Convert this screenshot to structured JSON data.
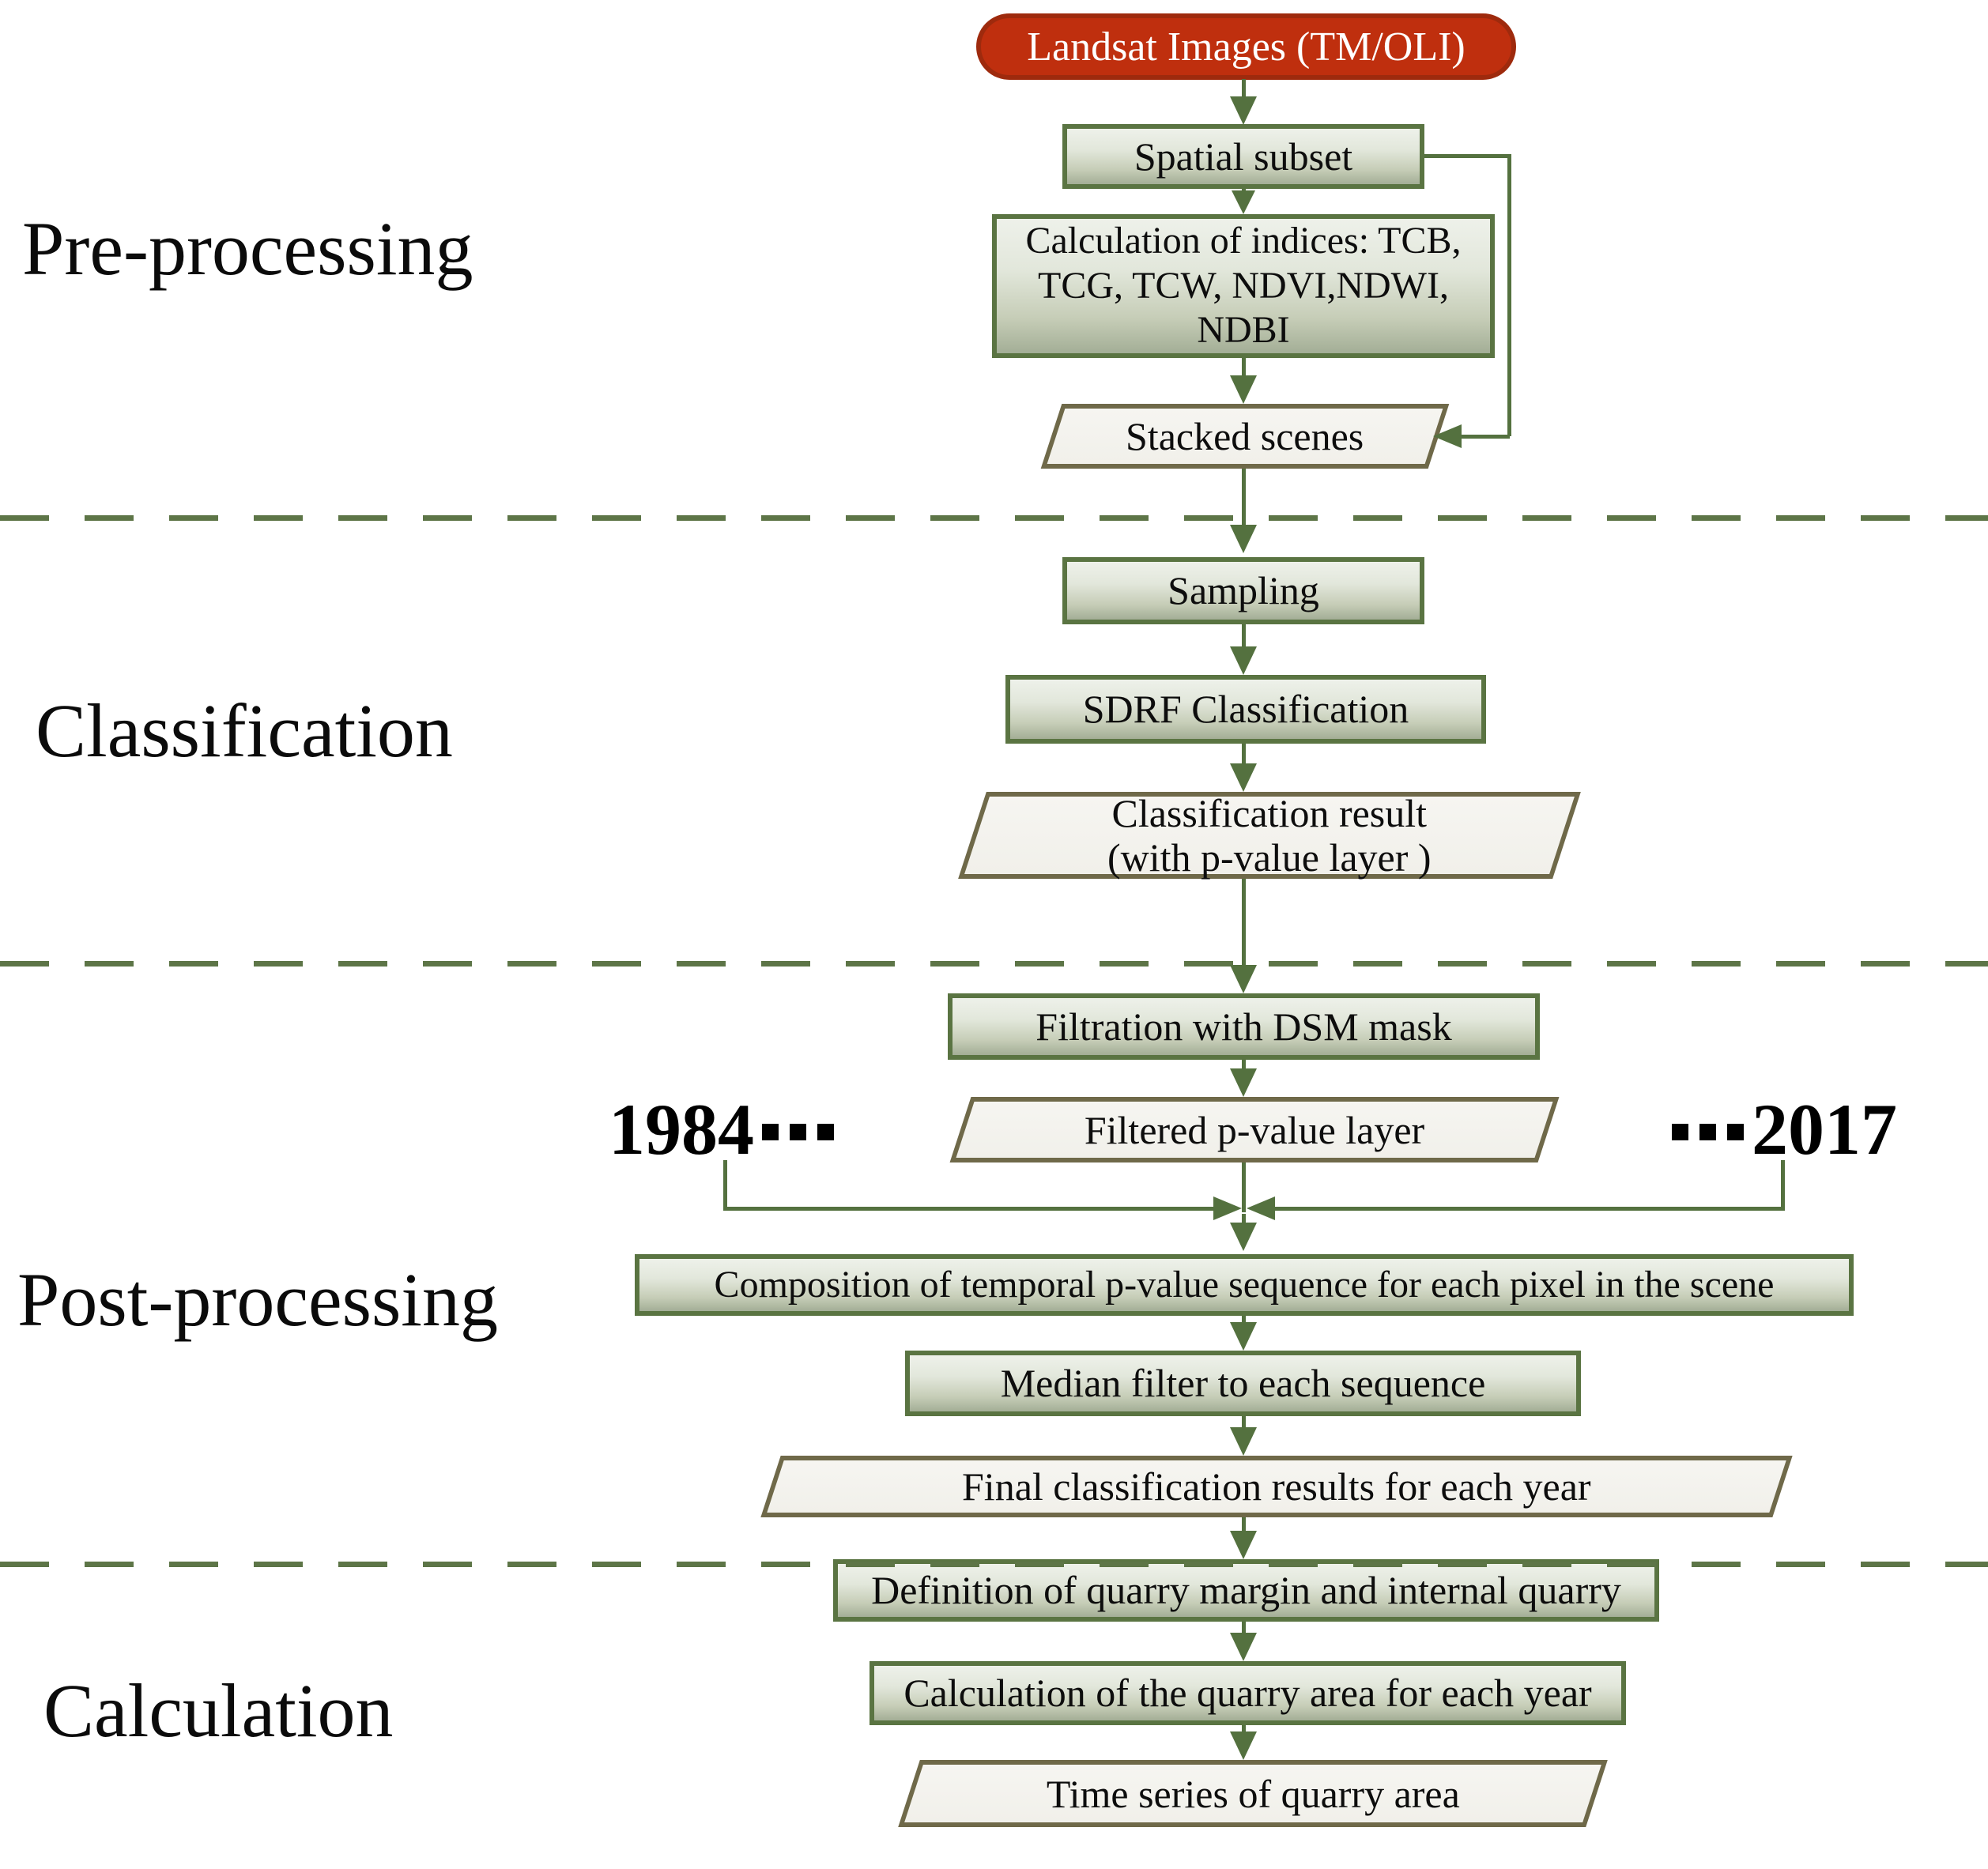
{
  "sections": [
    {
      "label": "Pre-processing"
    },
    {
      "label": "Classification"
    },
    {
      "label": "Post-processing"
    },
    {
      "label": "Calculation"
    }
  ],
  "nodes": {
    "landsat": "Landsat Images (TM/OLI)",
    "spatial_subset": "Spatial subset",
    "indices": "Calculation of indices: TCB,\nTCG, TCW, NDVI,NDWI,\nNDBI",
    "stacked_scenes": "Stacked scenes",
    "sampling": "Sampling",
    "sdrf": "SDRF Classification",
    "classification_result": "Classification result\n(with p-value layer )",
    "filtration": "Filtration with DSM mask",
    "filtered_layer": "Filtered p-value layer",
    "composition": "Composition of temporal p-value sequence for each pixel in the scene",
    "median": "Median filter to each sequence",
    "final_results": "Final classification results for each year",
    "definition": "Definition of  quarry margin and internal quarry",
    "quarry_area": "Calculation of the quarry area for each year",
    "time_series": "Time series of quarry area"
  },
  "years": {
    "start": "1984",
    "end": "2017"
  },
  "colors": {
    "terminator_fill": "#bf2f0e",
    "terminator_border": "#9e2a0d",
    "process_border": "#5a7442",
    "process_gradient_top": "#eef1ea",
    "process_gradient_bottom": "#a3ae96",
    "data_fill": "#f4f3ef",
    "data_border": "#6f6949",
    "connector": "#54713f",
    "divider_dash": "#5d7547",
    "text": "#0d0d0d",
    "terminator_text": "#ffffff"
  }
}
